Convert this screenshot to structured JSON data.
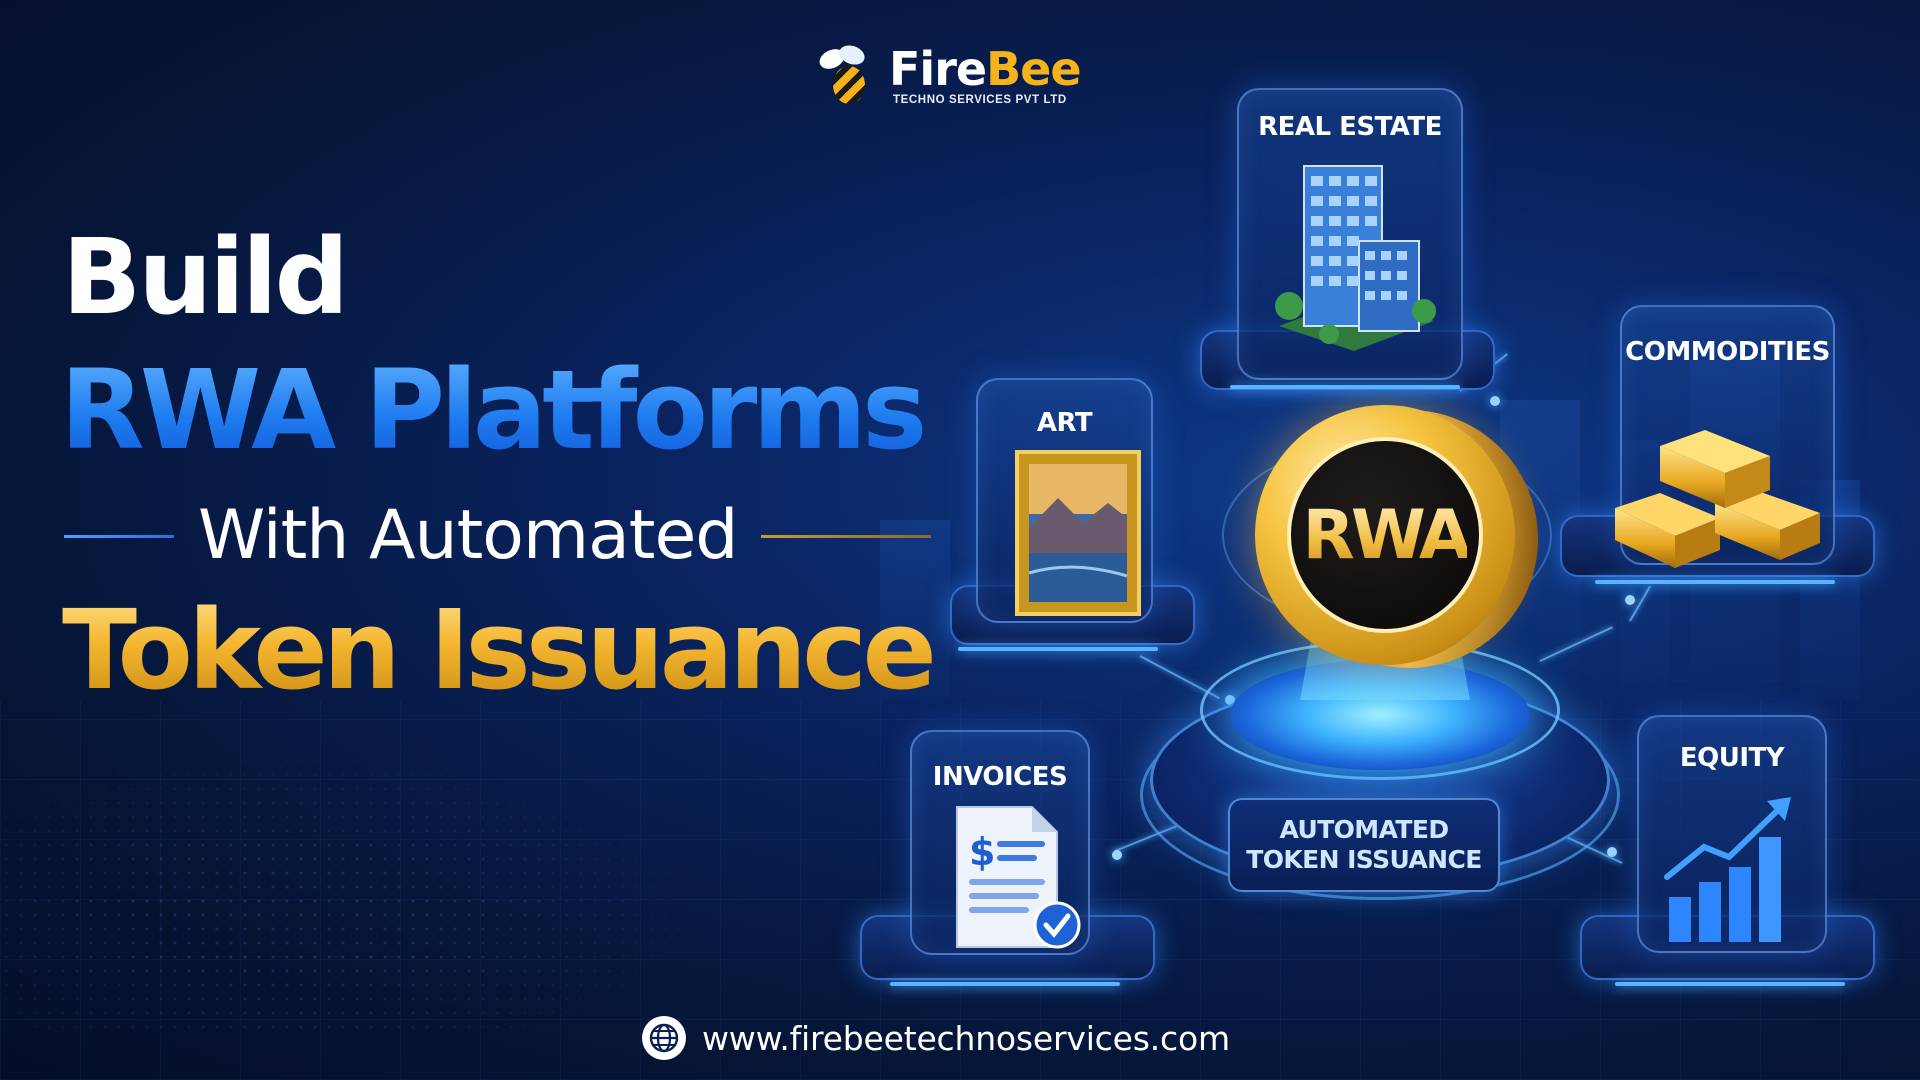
{
  "brand": {
    "name_part1": "Fire",
    "name_part2": "Bee",
    "tagline": "TECHNO SERVICES PVT LTD"
  },
  "headline": {
    "line1": "Build",
    "line2": "RWA Platforms",
    "line3": "With Automated",
    "line4": "Token Issuance"
  },
  "center": {
    "coin_label": "RWA",
    "platform_line1": "AUTOMATED",
    "platform_line2": "TOKEN ISSUANCE"
  },
  "assets": [
    {
      "label": "REAL ESTATE",
      "icon": "building-icon"
    },
    {
      "label": "ART",
      "icon": "painting-icon"
    },
    {
      "label": "COMMODITIES",
      "icon": "gold-bars-icon"
    },
    {
      "label": "INVOICES",
      "icon": "invoice-icon"
    },
    {
      "label": "EQUITY",
      "icon": "growth-chart-icon"
    }
  ],
  "footer": {
    "url": "www.firebeetechnoservices.com",
    "icon": "globe-icon"
  },
  "colors": {
    "background": "#061639",
    "accent_blue": "#1f7df0",
    "accent_gold": "#f4b630",
    "glow": "#4aa8ff"
  }
}
